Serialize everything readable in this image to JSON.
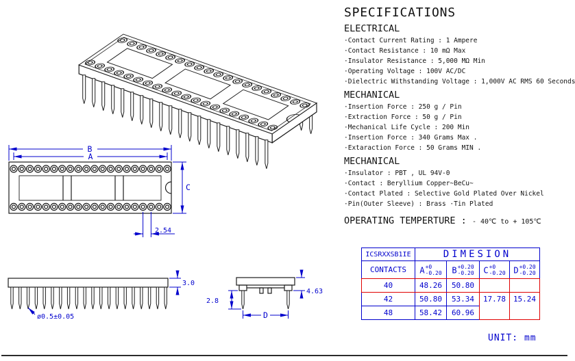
{
  "colors": {
    "line_black": "#1c1c1c",
    "dimension_blue": "#0000cd",
    "table_blue": "#0000cd",
    "highlight_red": "#e00000"
  },
  "specs": {
    "title": "SPECIFICATIONS",
    "sections": [
      {
        "heading": "ELECTRICAL",
        "items": [
          "·Contact Current Rating : 1 Ampere",
          "·Contact Resistance : 10 mΩ Max",
          "·Insulator Resistance :  5,000 MΩ Min",
          "·Operating Voltage : 100V AC/DC",
          "·Dielectric Withstanding Voltage :  1,000V AC RMS 60 Seconds"
        ]
      },
      {
        "heading": "MECHANICAL",
        "items": [
          "·Insertion Force : 250 g / Pin",
          "·Extraction Force :  50 g / Pin",
          "·Mechanical Life Cycle :  200 Min",
          "·Insertion Force : 340 Grams Max .",
          "·Extaraction Force : 50 Grams MIN ."
        ]
      },
      {
        "heading": "MECHANICAL",
        "items": [
          "·Insulator : PBT , UL 94V-0",
          "·Contact :  Beryllium Copper~BeCu~",
          "·Contact  Plated : Selective Gold Plated Over Nickel",
          "·Pin(Outer Sleeve) : Brass ·Tin Plated"
        ]
      }
    ],
    "operating_label": "OPERATING  TEMPERTURE : ",
    "operating_value": "- 40℃ to + 105℃"
  },
  "drawing": {
    "top_view": {
      "dim_a": "A",
      "dim_b": "B",
      "dim_c": "C",
      "pitch": "2.54"
    },
    "side_view": {
      "height": "3.0",
      "pin_dia": "ø0.5±0.05"
    },
    "end_view": {
      "height": "4.63",
      "standoff": "2.8",
      "row_spacing": "D"
    }
  },
  "table": {
    "part_number": "ICSRXXSB1IE",
    "dimension_label": "DIMESION",
    "contacts_label": "CONTACTS",
    "columns": [
      {
        "letter": "A",
        "tol_plus": "+0",
        "tol_minus": "-0.20"
      },
      {
        "letter": "B",
        "tol_plus": "+0.20",
        "tol_minus": "-0.20"
      },
      {
        "letter": "C",
        "tol_plus": "+0",
        "tol_minus": "-0.20"
      },
      {
        "letter": "D",
        "tol_plus": "+0.20",
        "tol_minus": "-0.20"
      }
    ],
    "rows": [
      {
        "contacts": "40",
        "a": "48.26",
        "b": "50.80"
      },
      {
        "contacts": "42",
        "a": "50.80",
        "b": "53.34"
      },
      {
        "contacts": "48",
        "a": "58.42",
        "b": "60.96"
      }
    ],
    "c_value": "17.78",
    "d_value": "15.24"
  },
  "unit_label": "UNIT: mm"
}
